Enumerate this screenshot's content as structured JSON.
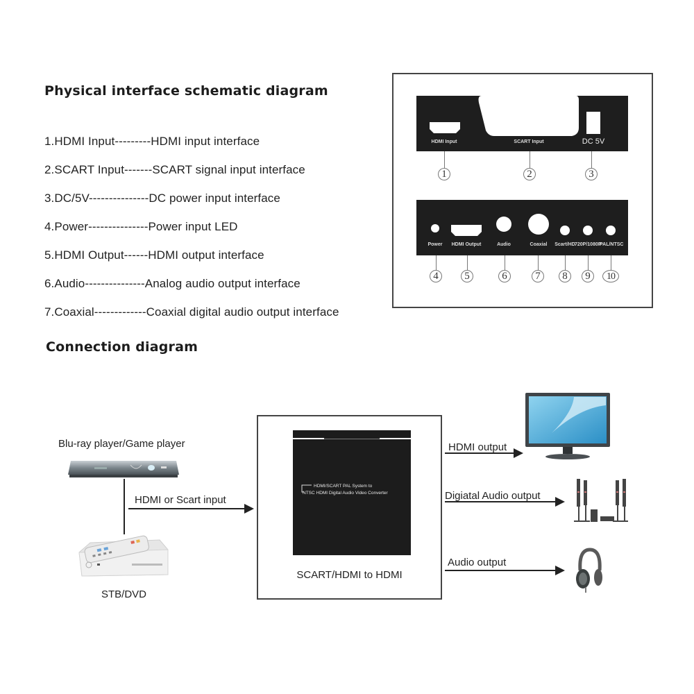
{
  "physical_section": {
    "title": "Physical interface schematic diagram",
    "specs": [
      "1.HDMI Input---------HDMI input interface",
      "2.SCART Input-------SCART signal input interface",
      "3.DC/5V---------------DC power input interface",
      "4.Power---------------Power input LED",
      "5.HDMI Output------HDMI output interface",
      "6.Audio---------------Analog audio output interface",
      "7.Coaxial-------------Coaxial digital audio output interface"
    ]
  },
  "schematic": {
    "top_panel": {
      "ports": [
        {
          "number": "1",
          "label": "HDMI Input",
          "icon": "hdmi-port-icon"
        },
        {
          "number": "2",
          "label": "SCART Input",
          "icon": "scart-port-icon"
        },
        {
          "number": "3",
          "label": "DC 5V",
          "icon": "dc-power-port-icon"
        }
      ]
    },
    "bottom_panel": {
      "ports": [
        {
          "number": "4",
          "label": "Power",
          "icon": "led-icon"
        },
        {
          "number": "5",
          "label": "HDMI Output",
          "icon": "hdmi-port-icon"
        },
        {
          "number": "6",
          "label": "Audio",
          "icon": "audio-jack-icon"
        },
        {
          "number": "7",
          "label": "Coaxial",
          "icon": "coaxial-port-icon"
        },
        {
          "number": "8",
          "label": "Scart/HD",
          "icon": "switch-button-icon"
        },
        {
          "number": "9",
          "label": "720P/1080P",
          "icon": "switch-button-icon"
        },
        {
          "number": "10",
          "label": "PAL/NTSC",
          "icon": "switch-button-icon"
        }
      ]
    }
  },
  "connection_section": {
    "title": "Connection diagram",
    "sources": {
      "top_label": "Blu-ray player/Game player",
      "bottom_label": "STB/DVD",
      "input_label": "HDMI or Scart input"
    },
    "converter": {
      "device_text_line1": "HDMI/SCART PAL System to",
      "device_text_line2": "NTSC HDMI Digital Audio Video Converter",
      "caption": "SCART/HDMI to HDMI"
    },
    "outputs": [
      {
        "label": "HDMI output",
        "device": "monitor-icon"
      },
      {
        "label": "Digiatal Audio  output",
        "device": "speaker-system-icon"
      },
      {
        "label": "Audio  output",
        "device": "headphones-icon"
      }
    ]
  }
}
